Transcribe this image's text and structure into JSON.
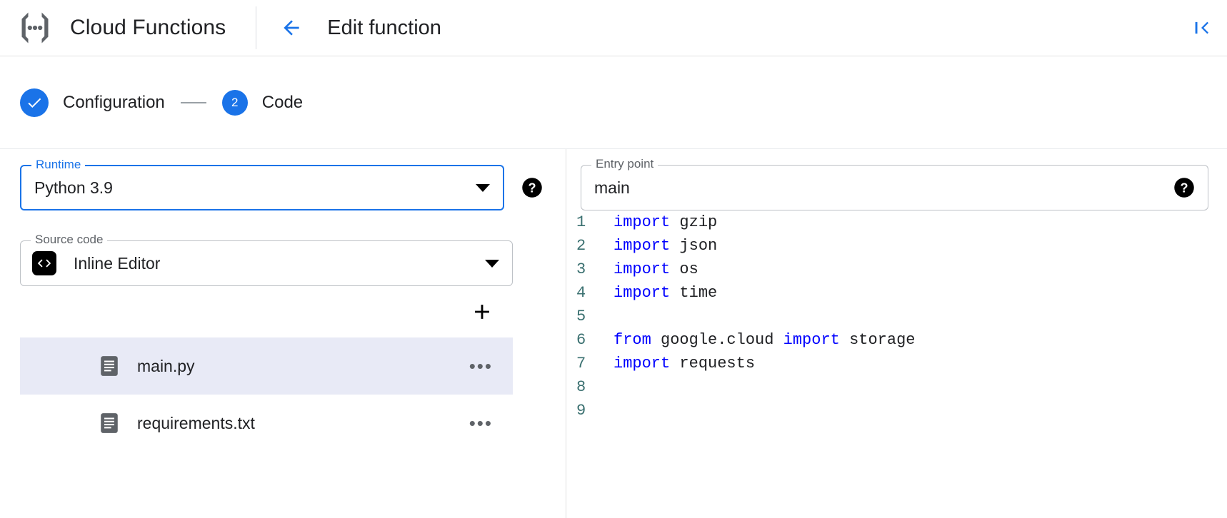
{
  "header": {
    "product_name": "Cloud Functions",
    "logo_icon": "cloud-functions-logo-icon",
    "back_icon": "arrow-left-icon",
    "page_title": "Edit function",
    "collapse_icon": "collapse-panel-icon"
  },
  "stepper": {
    "steps": [
      {
        "label": "Configuration",
        "marker": "✓",
        "state": "complete"
      },
      {
        "label": "Code",
        "marker": "2",
        "state": "active"
      }
    ]
  },
  "form": {
    "runtime": {
      "legend": "Runtime",
      "value": "Python 3.9",
      "focused": true,
      "dropdown_icon": "chevron-down-icon",
      "help_icon": "help-icon"
    },
    "entry_point": {
      "legend": "Entry point",
      "value": "main",
      "focused": false,
      "help_icon": "help-icon"
    },
    "source_code": {
      "legend": "Source code",
      "value": "Inline Editor",
      "badge_icon": "code-brackets-icon",
      "dropdown_icon": "chevron-down-icon"
    }
  },
  "files": {
    "add_icon": "add-file-icon",
    "items": [
      {
        "name": "main.py",
        "icon": "file-icon",
        "selected": true,
        "more_icon": "more-options-icon",
        "more_label": "•••"
      },
      {
        "name": "requirements.txt",
        "icon": "file-icon",
        "selected": false,
        "more_icon": "more-options-icon",
        "more_label": "•••"
      }
    ]
  },
  "editor": {
    "language": "python",
    "filename": "main.py",
    "lines": [
      {
        "n": "1",
        "tokens": [
          {
            "t": "import",
            "k": true
          },
          {
            "t": " gzip",
            "k": false
          }
        ]
      },
      {
        "n": "2",
        "tokens": [
          {
            "t": "import",
            "k": true
          },
          {
            "t": " json",
            "k": false
          }
        ]
      },
      {
        "n": "3",
        "tokens": [
          {
            "t": "import",
            "k": true
          },
          {
            "t": " os",
            "k": false
          }
        ]
      },
      {
        "n": "4",
        "tokens": [
          {
            "t": "import",
            "k": true
          },
          {
            "t": " time",
            "k": false
          }
        ]
      },
      {
        "n": "5",
        "tokens": []
      },
      {
        "n": "6",
        "tokens": [
          {
            "t": "from",
            "k": true
          },
          {
            "t": " google.cloud ",
            "k": false
          },
          {
            "t": "import",
            "k": true
          },
          {
            "t": " storage",
            "k": false
          }
        ]
      },
      {
        "n": "7",
        "tokens": [
          {
            "t": "import",
            "k": true
          },
          {
            "t": " requests",
            "k": false
          }
        ]
      },
      {
        "n": "8",
        "tokens": []
      },
      {
        "n": "9",
        "tokens": []
      }
    ]
  },
  "colors": {
    "accent_blue": "#1a73e8",
    "keyword_blue": "#0000ff",
    "line_number": "#3a7070",
    "selected_row": "#e8eaf6",
    "border_gray": "#bdc1c6",
    "logo_gray": "#5f6368"
  }
}
